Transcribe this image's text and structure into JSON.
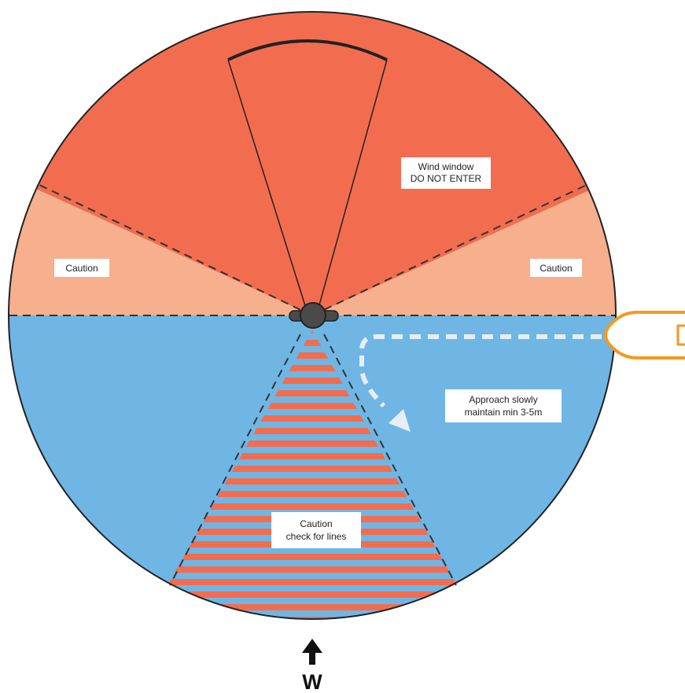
{
  "colors": {
    "danger": "#f26d4f",
    "caution": "#f6b08e",
    "safe": "#6fb6e4",
    "stripe_red": "#f26d4f",
    "stripe_blue": "#6fb6e4",
    "vessel_outline": "#f39a1f",
    "centre_object": "#4a4a4a",
    "path_arrow": "#e6eef5",
    "outline": "#222222"
  },
  "zones": {
    "wind_window": {
      "line1": "Wind window",
      "line2": "DO NOT ENTER"
    },
    "caution_left": "Caution",
    "caution_right": "Caution",
    "approach": {
      "line1": "Approach slowly",
      "line2": "maintain min 3-5m"
    },
    "lines_caution": {
      "line1": "Caution",
      "line2": "check for lines"
    }
  },
  "wind": {
    "label": "W",
    "icon": "up-arrow-icon"
  },
  "vessel": {
    "icon": "boat-hull-icon"
  },
  "centre": {
    "icon": "balloon-basket-icon"
  }
}
